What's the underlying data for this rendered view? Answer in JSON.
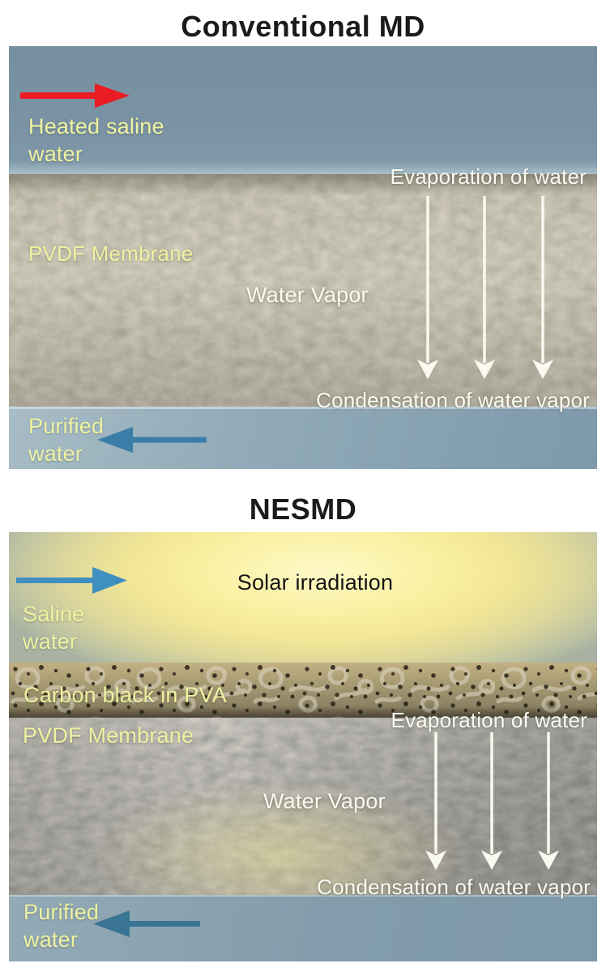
{
  "panel1": {
    "title": "Conventional MD",
    "labels": {
      "feed": "Heated saline\nwater",
      "evaporation": "Evaporation of water",
      "membrane": "PVDF Membrane",
      "vapor": "Water Vapor",
      "condensation": "Condensation of water vapor",
      "permeate": "Purified\nwater"
    }
  },
  "panel2": {
    "title": "NESMD",
    "labels": {
      "solar": "Solar irradiation",
      "feed": "Saline\nwater",
      "carbon": "Carbon black in PVA",
      "membrane": "PVDF Membrane",
      "evaporation": "Evaporation of water",
      "vapor": "Water Vapor",
      "condensation": "Condensation of water vapor",
      "permeate": "Purified\nwater"
    }
  },
  "colors": {
    "label_yellow": "#eef2a2",
    "label_white": "#fbfaf2",
    "title_black": "#1b1b1b",
    "arrow_red": "#ec1c24",
    "arrow_white": "#faf9f0",
    "arrow_blue_feed": "#3f8fc0",
    "arrow_blue_permeate_1": "#3a7da8",
    "arrow_blue_permeate_2": "#3a7494",
    "saline_water_blue": "#7b93a4",
    "purified_water_blue": "#8aa3b2",
    "solar_glow_yellow": "#faf1a4",
    "membrane_tan": "#8e8573",
    "membrane_gray": "#85827a",
    "carbon_layer_tan": "#a99c74"
  },
  "icons": {
    "red_arrow": "right-flow-arrow",
    "blue_feed_arrow": "right-flow-arrow",
    "blue_permeate_arrow": "left-flow-arrow",
    "evaporation_arrows": "down-arrow"
  }
}
